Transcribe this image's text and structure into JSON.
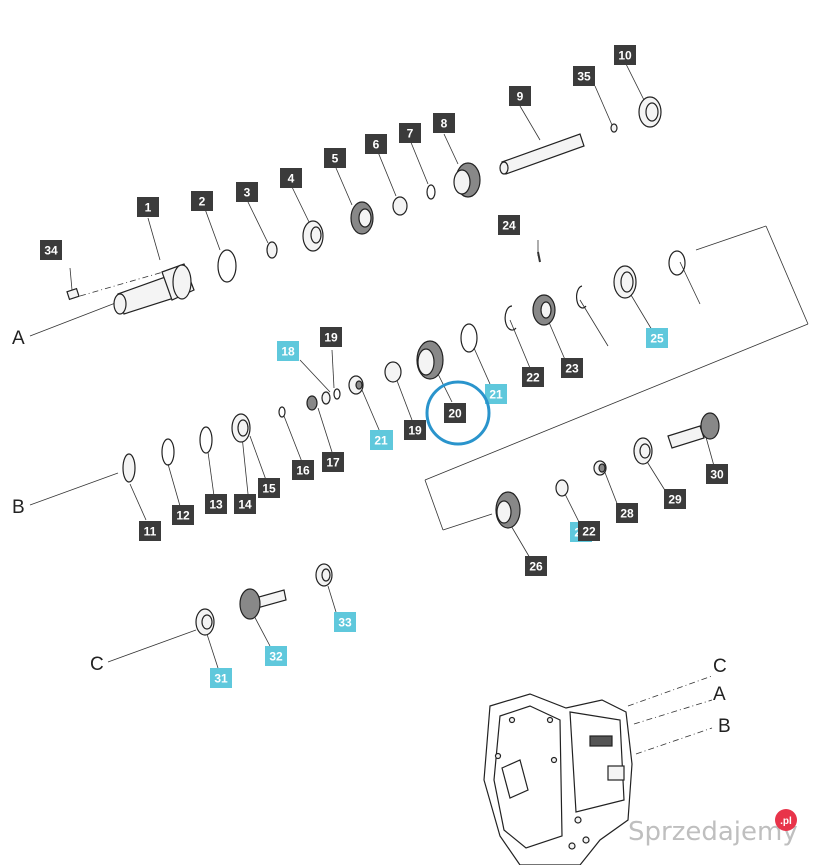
{
  "parts": [
    {
      "n": "1",
      "kind": "part"
    },
    {
      "n": "2",
      "kind": "part"
    },
    {
      "n": "3",
      "kind": "part"
    },
    {
      "n": "4",
      "kind": "part"
    },
    {
      "n": "5",
      "kind": "part"
    },
    {
      "n": "6",
      "kind": "part"
    },
    {
      "n": "7",
      "kind": "part"
    },
    {
      "n": "8",
      "kind": "part"
    },
    {
      "n": "9",
      "kind": "part"
    },
    {
      "n": "10",
      "kind": "part"
    },
    {
      "n": "11",
      "kind": "part"
    },
    {
      "n": "12",
      "kind": "part"
    },
    {
      "n": "13",
      "kind": "part"
    },
    {
      "n": "14",
      "kind": "part"
    },
    {
      "n": "15",
      "kind": "part"
    },
    {
      "n": "16",
      "kind": "part"
    },
    {
      "n": "17",
      "kind": "part"
    },
    {
      "n": "18",
      "kind": "highlight"
    },
    {
      "n": "19",
      "kind": "part"
    },
    {
      "n": "20",
      "kind": "part"
    },
    {
      "n": "21",
      "kind": "highlight"
    },
    {
      "n": "22",
      "kind": "part"
    },
    {
      "n": "23",
      "kind": "part"
    },
    {
      "n": "24",
      "kind": "part"
    },
    {
      "n": "25",
      "kind": "highlight"
    },
    {
      "n": "26",
      "kind": "part"
    },
    {
      "n": "27",
      "kind": "highlight"
    },
    {
      "n": "28",
      "kind": "part"
    },
    {
      "n": "29",
      "kind": "part"
    },
    {
      "n": "30",
      "kind": "part"
    },
    {
      "n": "31",
      "kind": "highlight"
    },
    {
      "n": "32",
      "kind": "highlight"
    },
    {
      "n": "33",
      "kind": "highlight"
    },
    {
      "n": "34",
      "kind": "part"
    },
    {
      "n": "35",
      "kind": "part"
    },
    {
      "n": "18",
      "kind": "highlight"
    },
    {
      "n": "19",
      "kind": "part"
    },
    {
      "n": "21",
      "kind": "highlight"
    },
    {
      "n": "22",
      "kind": "part"
    }
  ],
  "selected_part": "20",
  "axes": {
    "a": "A",
    "b": "B",
    "c": "C",
    "a_ref": "A",
    "b_ref": "B",
    "c_ref": "C"
  },
  "watermark": "Sprzedajemy",
  "watermark_badge": ".pl",
  "colors": {
    "label_dark": "#3b3b3b",
    "label_highlight": "#5fc8dc",
    "selection_ring": "#2a94cc",
    "badge": "#e8344a"
  }
}
